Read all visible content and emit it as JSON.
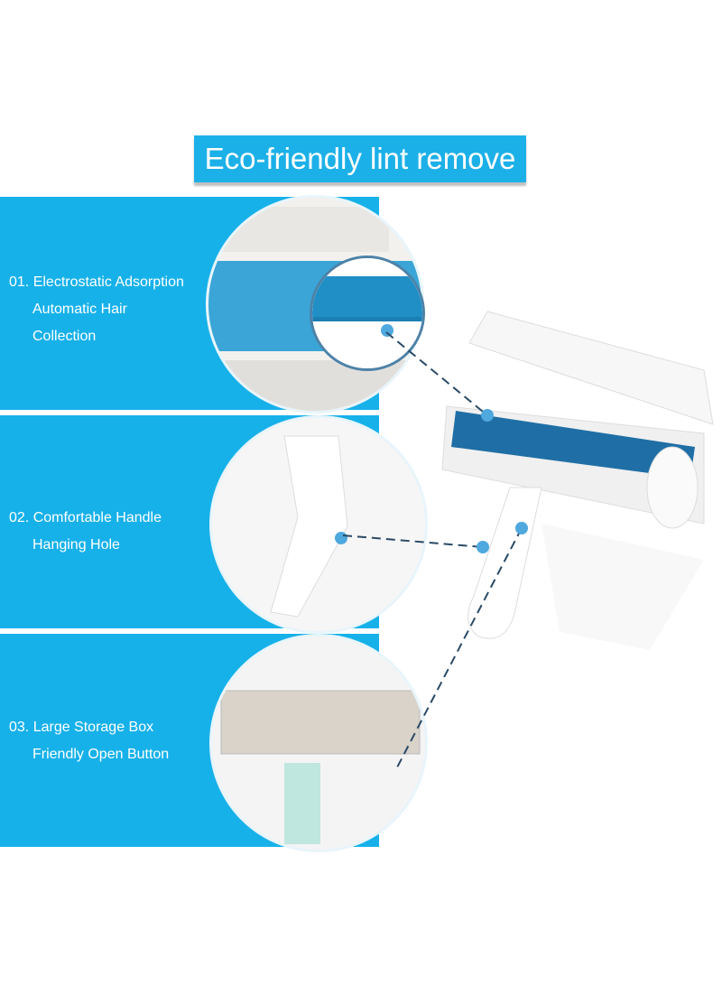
{
  "title": "Eco-friendly lint remove",
  "features": [
    {
      "line1": "01. Electrostatic Adsorption",
      "line2": "Automatic Hair",
      "line3": "Collection"
    },
    {
      "line1": "02. Comfortable Handle",
      "line2": "Hanging Hole"
    },
    {
      "line1": "03. Large Storage Box",
      "line2": "Friendly Open Button"
    }
  ],
  "colors": {
    "accent": "#17b1ea",
    "title_bg": "#1cb0e8",
    "line": "#2a4a66"
  }
}
